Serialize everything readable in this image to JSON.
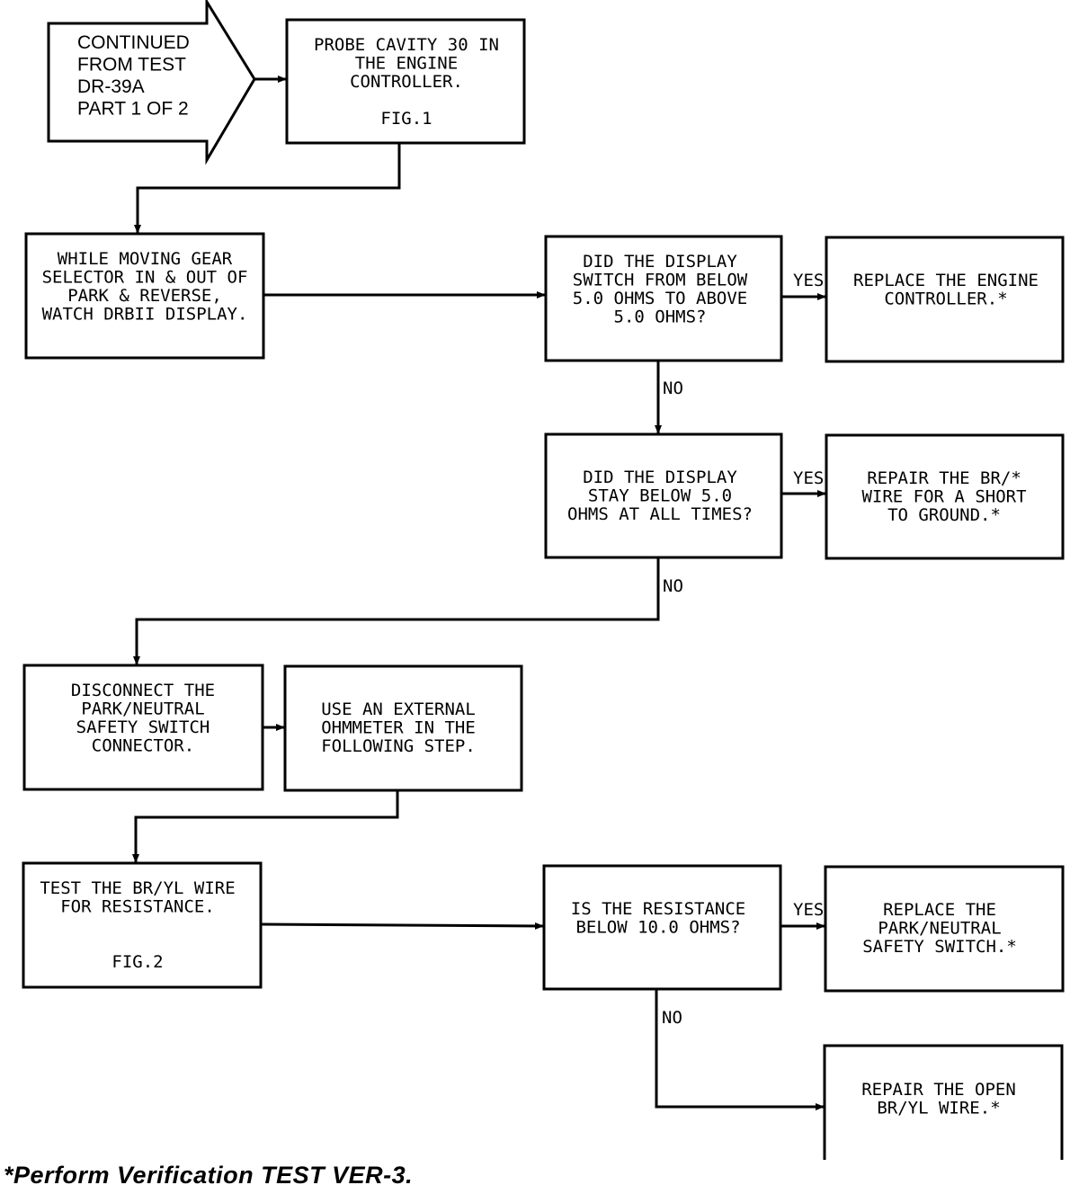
{
  "flowchart": {
    "start_arrow": [
      "CONTINUED",
      "FROM TEST",
      "DR-39A",
      "PART 1 OF 2"
    ],
    "boxes": {
      "probe_cavity": [
        "PROBE CAVITY 30 IN",
        "THE ENGINE",
        "CONTROLLER.",
        "",
        "FIG.1"
      ],
      "watch_display": [
        "WHILE MOVING GEAR",
        "SELECTOR IN & OUT OF",
        "PARK & REVERSE,",
        "WATCH DRBII DISPLAY."
      ],
      "q_switch": [
        "DID THE DISPLAY",
        "SWITCH FROM BELOW",
        "5.0 OHMS TO ABOVE",
        "5.0 OHMS?"
      ],
      "replace_controller": [
        "REPLACE THE ENGINE",
        "CONTROLLER.*"
      ],
      "q_stay_below": [
        "DID THE DISPLAY",
        "STAY BELOW 5.0",
        "OHMS AT ALL TIMES?"
      ],
      "repair_short": [
        "REPAIR THE BR/*",
        "WIRE FOR A SHORT",
        "TO GROUND.*"
      ],
      "disconnect_switch": [
        "DISCONNECT THE",
        "PARK/NEUTRAL",
        "SAFETY SWITCH",
        "CONNECTOR."
      ],
      "use_ohmmeter": [
        "USE AN EXTERNAL",
        "OHMMETER IN THE",
        "FOLLOWING STEP."
      ],
      "test_wire": [
        "TEST THE BR/YL WIRE",
        "FOR RESISTANCE.",
        "",
        "",
        "FIG.2"
      ],
      "q_resistance": [
        "IS THE RESISTANCE",
        "BELOW 10.0 OHMS?"
      ],
      "replace_switch": [
        "REPLACE THE",
        "PARK/NEUTRAL",
        "SAFETY SWITCH.*"
      ],
      "repair_open": [
        "REPAIR THE OPEN",
        "BR/YL WIRE.*"
      ]
    },
    "labels": {
      "yes": "YES",
      "no": "NO"
    }
  },
  "footnote": "*Perform Verification TEST VER-3."
}
